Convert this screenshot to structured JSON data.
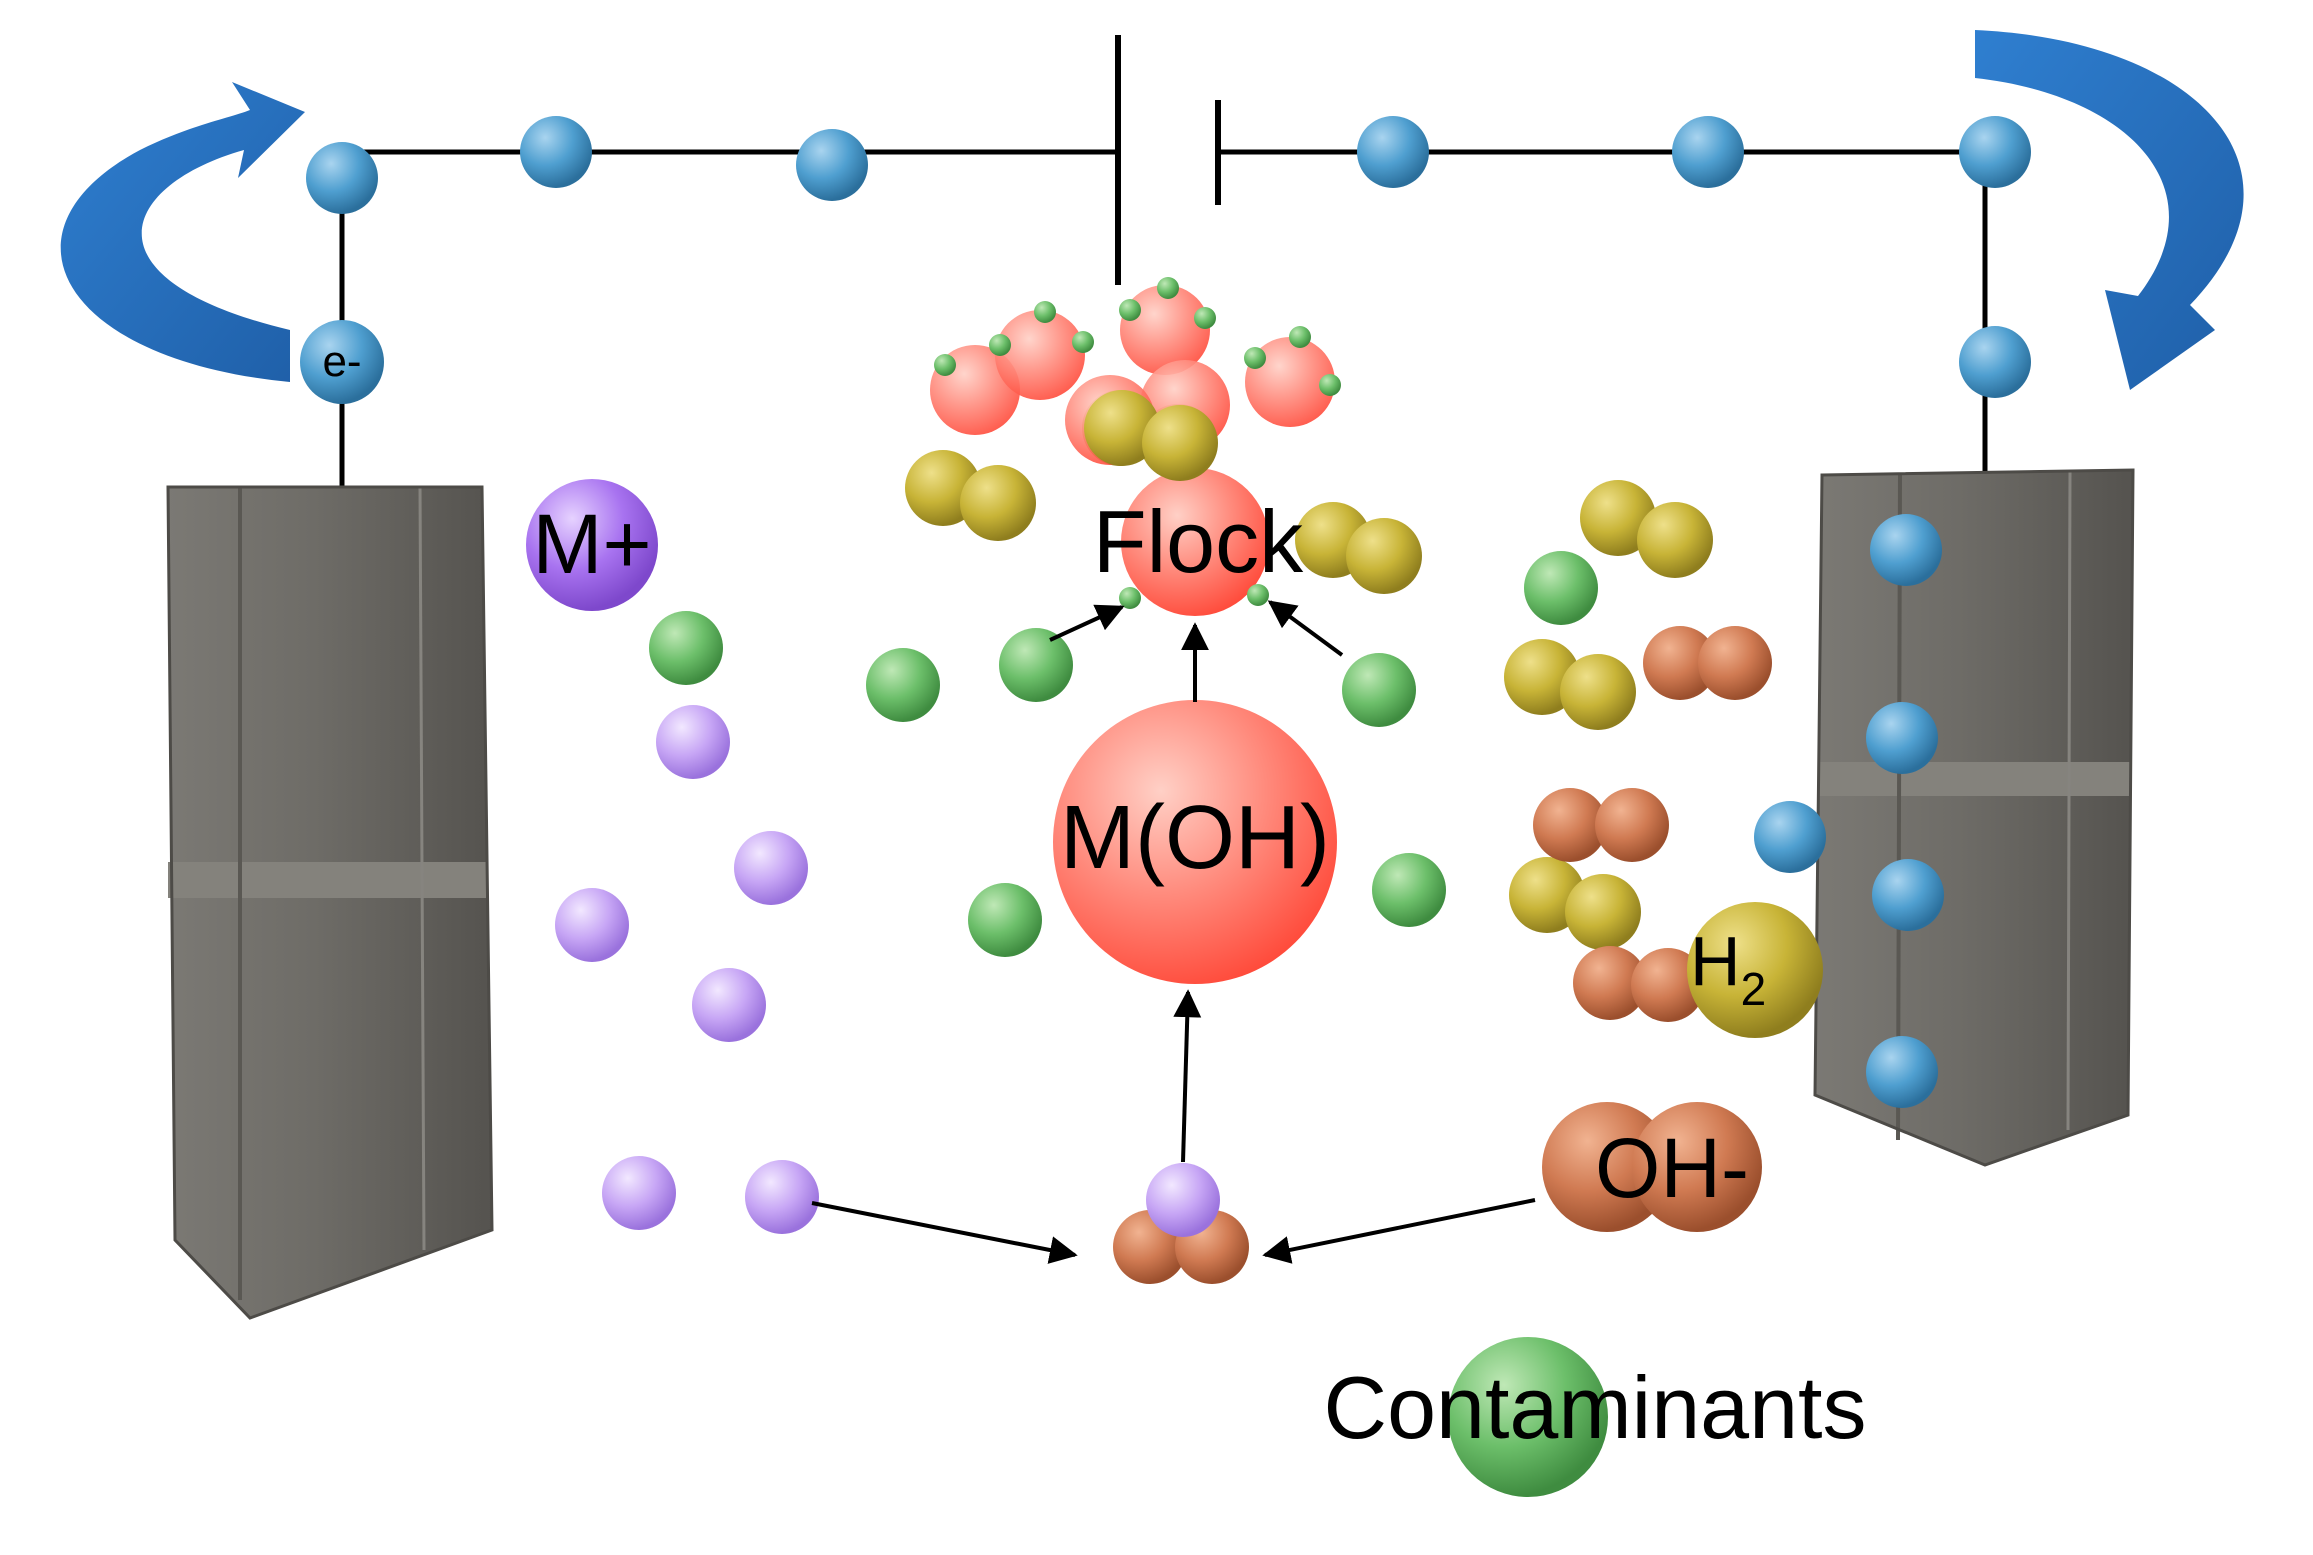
{
  "labels": {
    "electron": "e-",
    "metal_ion": "M+",
    "flock": "Flock",
    "metal_hydroxide": "M(OH)",
    "hydrogen": "H",
    "hydrogen_subscript": "2",
    "hydroxide": "OH-",
    "contaminants": "Contaminants"
  },
  "colors": {
    "electron": "#4f9fd0",
    "metal_ion": "#c7a6f5",
    "contaminant": "#6cbf6a",
    "hydrogen": "#c8b437",
    "hydroxide": "#d07a52",
    "hydroxide_floc": "#ff6f62",
    "electrode": "#6e6c67",
    "circuit_arrow": "#2a6fbf"
  }
}
